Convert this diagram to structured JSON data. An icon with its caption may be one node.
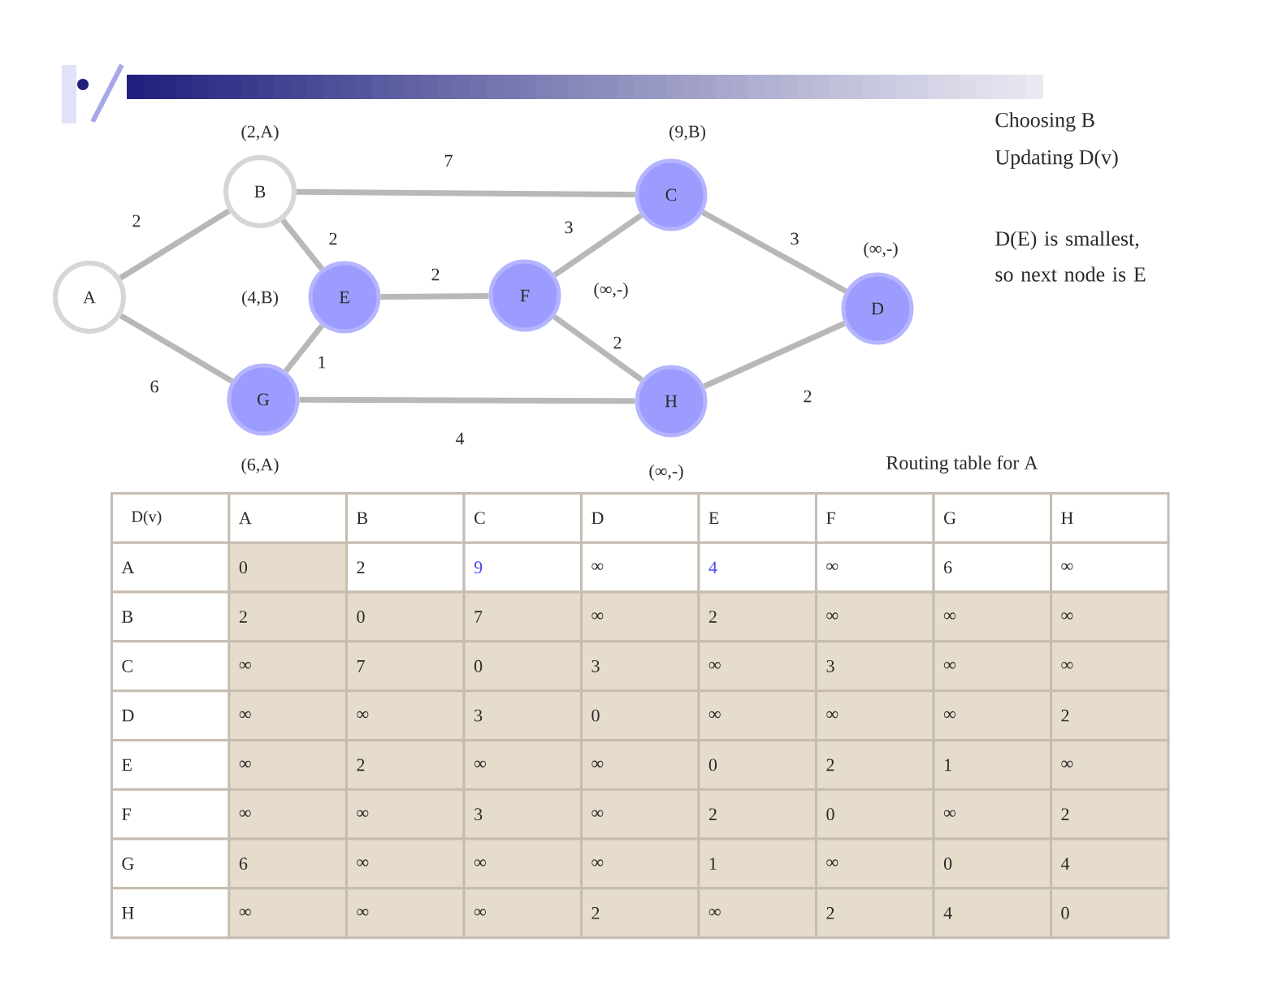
{
  "diagram": {
    "nodes": [
      {
        "text": [
          "A"
        ]
      },
      {
        "text": [
          "B"
        ],
        "beside": [
          "(2,A)"
        ]
      },
      {
        "text": [
          "C"
        ],
        "beside": [
          "(9,B)"
        ]
      },
      {
        "text": [
          "D"
        ],
        "beside": [
          "(∞,-)"
        ]
      },
      {
        "text": [
          "E"
        ],
        "beside": [
          "(4,B)"
        ]
      },
      {
        "text": [
          "F"
        ],
        "beside": [
          "(∞,-)"
        ]
      },
      {
        "text": [
          "G"
        ],
        "beside": [
          "(6,A)"
        ]
      },
      {
        "text": [
          "H"
        ],
        "beside": [
          "(∞,-)"
        ]
      }
    ],
    "edges": [
      {
        "from": 0,
        "to": 1,
        "arrow": "none",
        "label": "2"
      },
      {
        "from": 0,
        "to": 6,
        "arrow": "none",
        "label": "6"
      },
      {
        "from": 1,
        "to": 2,
        "arrow": "none",
        "label": "7"
      },
      {
        "from": 1,
        "to": 4,
        "arrow": "none",
        "label": "2"
      },
      {
        "from": 4,
        "to": 6,
        "arrow": "none",
        "label": "1"
      },
      {
        "from": 4,
        "to": 5,
        "arrow": "none",
        "label": "2"
      },
      {
        "from": 5,
        "to": 2,
        "arrow": "none",
        "label": "3"
      },
      {
        "from": 5,
        "to": 7,
        "arrow": "none",
        "label": "2"
      },
      {
        "from": 6,
        "to": 7,
        "arrow": "none",
        "label": "4"
      },
      {
        "from": 2,
        "to": 3,
        "arrow": "none",
        "label": "3"
      },
      {
        "from": 7,
        "to": 3,
        "arrow": "none",
        "label": "2"
      }
    ],
    "labels": [
      "Choosing B",
      "Updating D(v)",
      "D(E) is smallest, so next node is E",
      "Routing table for A",
      "D(v)",
      "A",
      "B",
      "C",
      "D",
      "E",
      "F",
      "G",
      "H",
      "A",
      "0",
      "2",
      "9",
      "∞",
      "4",
      "∞",
      "6",
      "∞",
      "B",
      "2",
      "0",
      "7",
      "∞",
      "2",
      "∞",
      "∞",
      "∞",
      "C",
      "∞",
      "7",
      "0",
      "3",
      "∞",
      "3",
      "∞",
      "∞",
      "D",
      "∞",
      "∞",
      "3",
      "0",
      "∞",
      "∞",
      "∞",
      "2",
      "E",
      "∞",
      "2",
      "∞",
      "∞",
      "0",
      "2",
      "1",
      "∞",
      "F",
      "∞",
      "∞",
      "3",
      "∞",
      "2",
      "0",
      "∞",
      "2",
      "G",
      "6",
      "∞",
      "∞",
      "∞",
      "1",
      "∞",
      "0",
      "4",
      "H",
      "∞",
      "∞",
      "∞",
      "2",
      "∞",
      "2",
      "4",
      "0"
    ]
  }
}
